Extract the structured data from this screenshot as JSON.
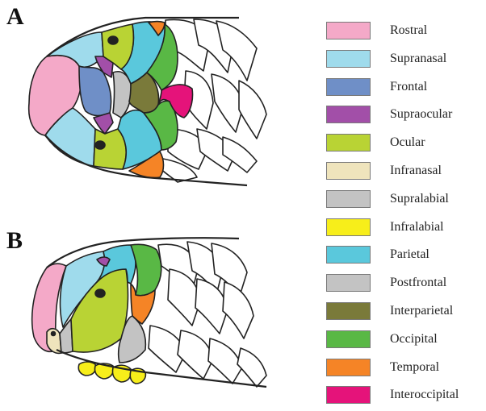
{
  "panels": {
    "a_label": "A",
    "b_label": "B"
  },
  "legend": [
    {
      "label": "Rostral",
      "color": "#f4a9c8"
    },
    {
      "label": "Supranasal",
      "color": "#9fdbec"
    },
    {
      "label": "Frontal",
      "color": "#6f8fc7"
    },
    {
      "label": "Supraocular",
      "color": "#a24fa8"
    },
    {
      "label": "Ocular",
      "color": "#b9d334"
    },
    {
      "label": "Infranasal",
      "color": "#efe4bc"
    },
    {
      "label": "Supralabial",
      "color": "#c3c3c3"
    },
    {
      "label": "Infralabial",
      "color": "#f7ee1a"
    },
    {
      "label": "Parietal",
      "color": "#5ac8dc"
    },
    {
      "label": "Postfrontal",
      "color": "#c3c3c3"
    },
    {
      "label": "Interparietal",
      "color": "#7a7a3a"
    },
    {
      "label": "Occipital",
      "color": "#59b845"
    },
    {
      "label": "Temporal",
      "color": "#f58426"
    },
    {
      "label": "Interoccipital",
      "color": "#e5137a"
    }
  ]
}
